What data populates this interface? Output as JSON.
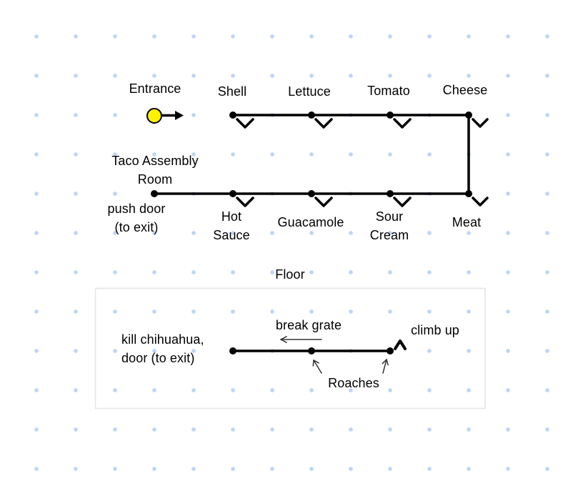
{
  "taco_room": {
    "entrance_label": "Entrance",
    "room_label": "Taco Assembly\nRoom",
    "exit_label": "push door\n(to exit)",
    "top_stations": [
      "Shell",
      "Lettuce",
      "Tomato",
      "Cheese"
    ],
    "bottom_stations": [
      "Hot\nSauce",
      "Guacamole",
      "Sour\nCream",
      "Meat"
    ]
  },
  "floor": {
    "label": "Floor",
    "exit_label": "kill chihuahua,\ndoor (to exit)",
    "break_grate_label": "break grate",
    "climb_up_label": "climb up",
    "roaches_label": "Roaches"
  },
  "colors": {
    "route_line": "#000000",
    "node_dot": "#000000",
    "entrance_marker_fill": "#fff200",
    "grid_dot": "#bdd5f6",
    "floor_box_border": "#e4e4e4",
    "annotation_arrow": "#333333"
  }
}
